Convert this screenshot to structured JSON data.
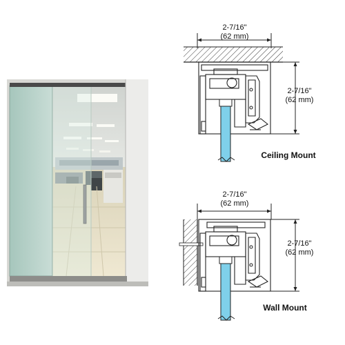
{
  "ceiling_mount": {
    "width_in": "2-7/16\"",
    "width_mm": "(62 mm)",
    "height_in": "2-7/16\"",
    "height_mm": "(62 mm)",
    "caption": "Ceiling Mount"
  },
  "wall_mount": {
    "width_in": "2-7/16\"",
    "width_mm": "(62 mm)",
    "height_in": "2-7/16\"",
    "height_mm": "(62 mm)",
    "caption": "Wall Mount"
  },
  "colors": {
    "glass": "#7fd0ea",
    "line": "#222222",
    "photo_frame": "#4a4a4a"
  }
}
